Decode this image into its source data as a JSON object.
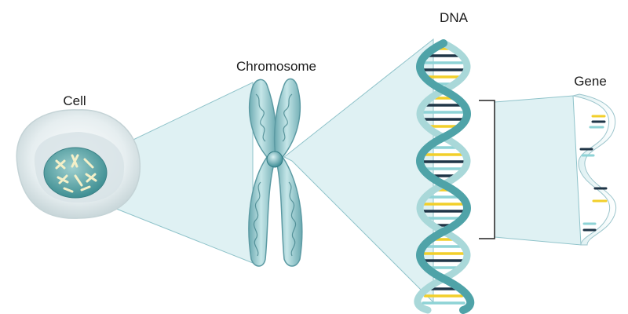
{
  "labels": {
    "cell": "Cell",
    "chromosome": "Chromosome",
    "dna": "DNA",
    "gene": "Gene"
  },
  "colors": {
    "background": "#ffffff",
    "zoom_fill": "#d4ecef",
    "zoom_stroke": "#8fc3ca",
    "strand_teal": "#4fa3a8",
    "strand_light": "#a9d8d9",
    "chromosome_body": "#8fc4c9",
    "chromosome_dark": "#5c9aa3",
    "centromere": "#4a9aa4",
    "nucleus": "#5fa5a8",
    "base_yellow": "#f2cf2a",
    "base_navy": "#1f3547",
    "base_cyan": "#8ed3d6",
    "bracket": "#222222"
  }
}
